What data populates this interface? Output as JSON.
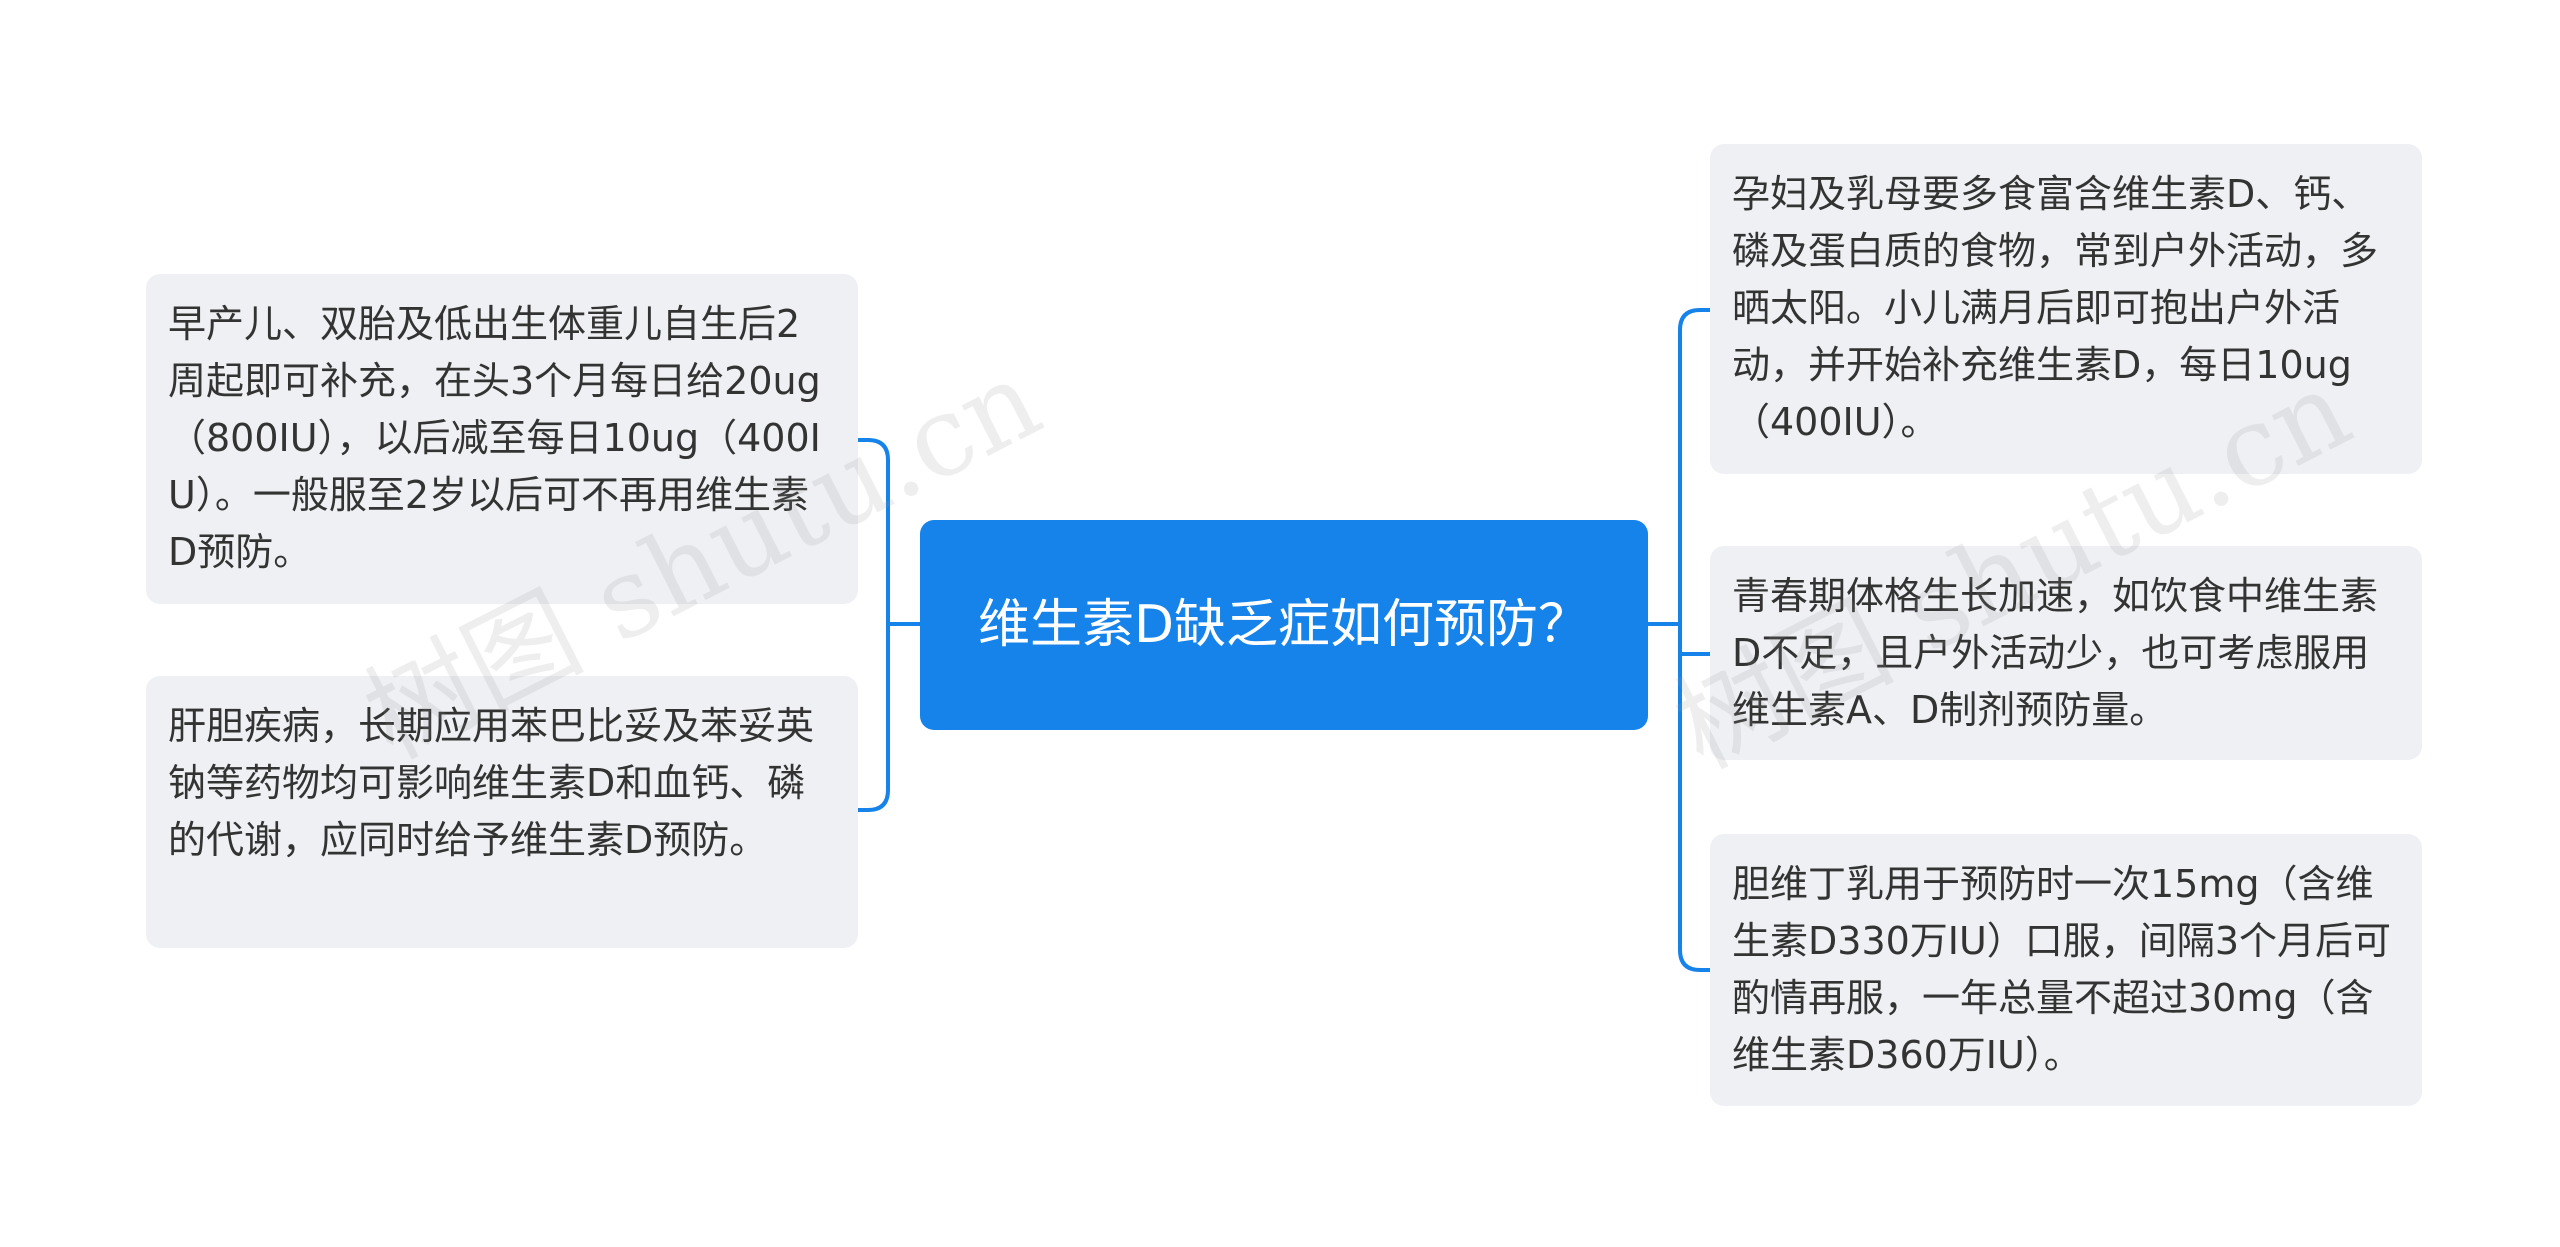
{
  "center": {
    "label": "维生素D缺乏症如何预防？"
  },
  "left": [
    {
      "text": "早产儿、双胎及低出生体重儿自生后2周起即可补充，在头3个月每日给20ug（800IU），以后减至每日10ug（400IU）。一般服至2岁以后可不再用维生素D预防。"
    },
    {
      "text": "肝胆疾病，长期应用苯巴比妥及苯妥英钠等药物均可影响维生素D和血钙、磷的代谢，应同时给予维生素D预防。"
    }
  ],
  "right": [
    {
      "text": "孕妇及乳母要多食富含维生素D、钙、磷及蛋白质的食物，常到户外活动，多晒太阳。小儿满月后即可抱出户外活动，并开始补充维生素D，每日10ug（400IU）。"
    },
    {
      "text": "青春期体格生长加速，如饮食中维生素D不足，且户外活动少，也可考虑服用维生素A、D制剂预防量。"
    },
    {
      "text": "胆维丁乳用于预防时一次15mg（含维生素D330万IU）口服，间隔3个月后可酌情再服，一年总量不超过30mg（含维生素D360万IU）。"
    }
  ],
  "watermarks": [
    "树图 shutu.cn",
    "树图 shutu.cn"
  ],
  "colors": {
    "center": "#1583ea",
    "connector": "#1583ea",
    "node_bg": "#eef0f3"
  }
}
